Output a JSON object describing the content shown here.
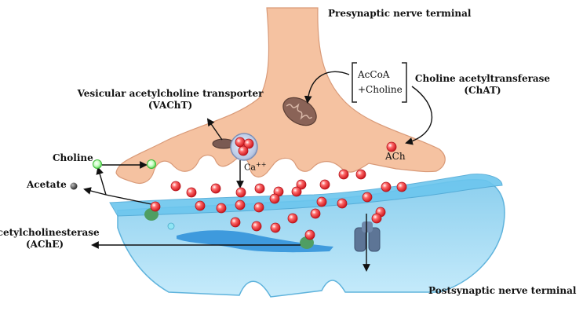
{
  "labels": {
    "presynaptic": "Presynaptic nerve terminal",
    "postsynaptic": "Postsynaptic nerve terminal",
    "vacht_line1": "Vesicular acetylcholine transporter",
    "vacht_line2": "(VAChT)",
    "chat_line1": "Choline acetyltransferase",
    "chat_line2": "(ChAT)",
    "substrate_line1": "AcCoA",
    "substrate_line2": "+Choline",
    "ach": "ACh",
    "calcium": "Ca",
    "calcium_charge": "++",
    "choline": "Choline",
    "acetate": "Acetate",
    "ache_line1": "Acetylcholinesterase",
    "ache_line2": "(AChE)"
  },
  "colors": {
    "neuron": "#f5c2a1",
    "neuron_edge": "#d99a78",
    "post_membrane": "#a9dcf3",
    "post_edge": "#5fb3dc",
    "ach_molecule": "#e8202a",
    "choline_molecule": "#5de05a",
    "acetate_molecule": "#333333",
    "enzyme": "#4f9e63",
    "receptor": "#5d7596",
    "mitochondrion": "#8a6357"
  },
  "icons": [
    "mitochondrion-icon",
    "vesicle-icon",
    "receptor-channel-icon",
    "ache-enzyme-icon",
    "vacht-transporter-icon"
  ]
}
